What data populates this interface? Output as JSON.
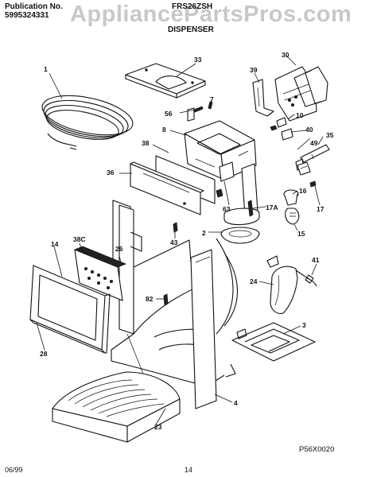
{
  "header": {
    "publication_label": "Publication No.",
    "publication_number": "5995324331",
    "model": "FRS26ZSH",
    "section": "DISPENSER",
    "watermark": "AppliancePartsPros.com"
  },
  "footer": {
    "date": "06/99",
    "page": "14",
    "figure_code": "P56X0020"
  },
  "callouts": {
    "c1": "1",
    "c2": "2",
    "c3": "3",
    "c4": "4",
    "c7": "7",
    "c8": "8",
    "c10": "10",
    "c14": "14",
    "c15": "15",
    "c16": "16",
    "c17": "17",
    "c17a": "17A",
    "c23": "23",
    "c24": "24",
    "c26": "26",
    "c28": "28",
    "c30": "30",
    "c33": "33",
    "c35": "35",
    "c36": "36",
    "c38": "38",
    "c38c": "38C",
    "c39": "39",
    "c40": "40",
    "c41": "41",
    "c43": "43",
    "c49": "49",
    "c56": "56",
    "c63": "63",
    "c82": "82"
  }
}
